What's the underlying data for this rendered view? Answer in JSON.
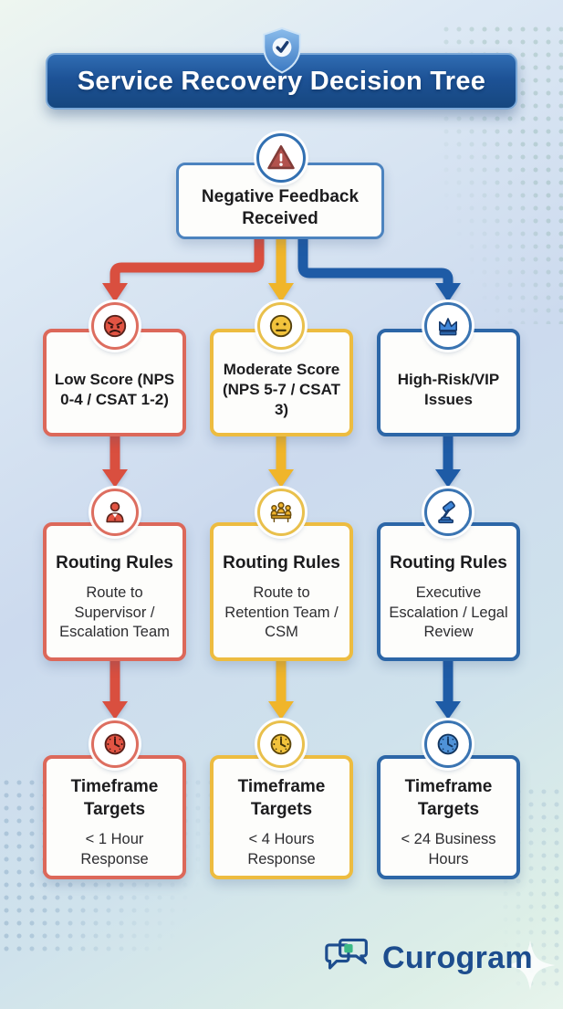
{
  "header": {
    "title": "Service Recovery Decision Tree",
    "icon": "shield-check-icon"
  },
  "root": {
    "label": "Negative Feedback Received",
    "icon": "warning-triangle-icon"
  },
  "columns": [
    {
      "id": "low-score",
      "color": "#d94f3f",
      "score": {
        "icon": "angry-face-icon",
        "title": "Low Score (NPS 0-4 / CSAT 1-2)"
      },
      "routing": {
        "icon": "supervisor-person-icon",
        "title": "Routing Rules",
        "body": "Route to Supervisor / Escalation Team"
      },
      "timeframe": {
        "icon": "clock-icon",
        "title": "Timeframe Targets",
        "body": "< 1 Hour Response"
      }
    },
    {
      "id": "moderate-score",
      "color": "#f0b52a",
      "score": {
        "icon": "neutral-face-icon",
        "title": "Moderate Score (NPS 5-7 / CSAT 3)"
      },
      "routing": {
        "icon": "retention-team-icon",
        "title": "Routing Rules",
        "body": "Route to Retention Team / CSM"
      },
      "timeframe": {
        "icon": "clock-icon",
        "title": "Timeframe Targets",
        "body": "< 4 Hours Response"
      }
    },
    {
      "id": "high-risk-vip",
      "color": "#1e5ba6",
      "score": {
        "icon": "crown-icon",
        "title": "High-Risk/VIP Issues"
      },
      "routing": {
        "icon": "gavel-icon",
        "title": "Routing Rules",
        "body": "Executive Escalation / Legal Review"
      },
      "timeframe": {
        "icon": "clock-icon",
        "title": "Timeframe Targets",
        "body": "< 24 Business Hours"
      }
    }
  ],
  "footer": {
    "brand": "Curogram"
  },
  "colors": {
    "red": "#d94f3f",
    "yellow": "#f0b52a",
    "blue": "#1e5ba6",
    "banner_blue": "#1d5296",
    "brand_navy": "#1d4d8e",
    "brand_green": "#3cba86"
  }
}
